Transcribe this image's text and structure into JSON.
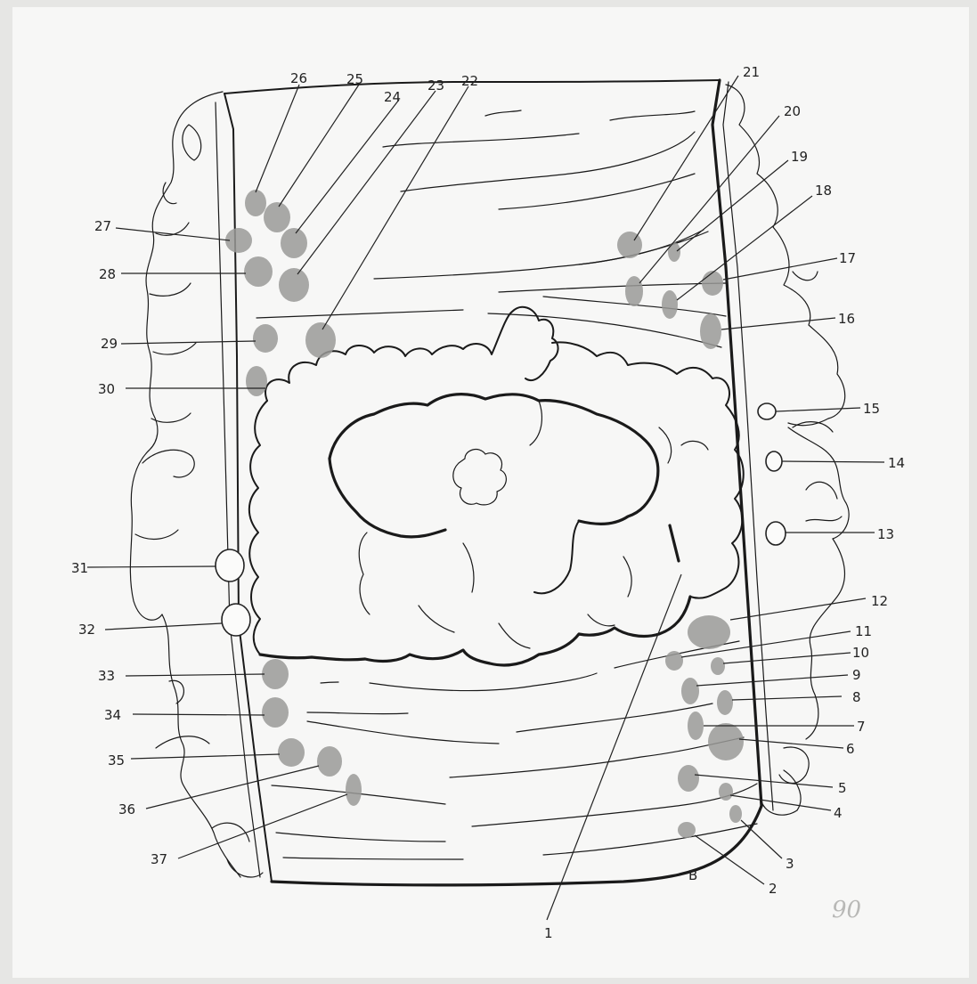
{
  "labels": {
    "l1": "1",
    "l2": "2",
    "l3": "3",
    "l4": "4",
    "l5": "5",
    "l6": "6",
    "l7": "7",
    "l8": "8",
    "l9": "9",
    "l10": "10",
    "l11": "11",
    "l12": "12",
    "l13": "13",
    "l14": "14",
    "l15": "15",
    "l16": "16",
    "l17": "17",
    "l18": "18",
    "l19": "19",
    "l20": "20",
    "l21": "21",
    "l22": "22",
    "l23": "23",
    "l24": "24",
    "l25": "25",
    "l26": "26",
    "l27": "27",
    "l28": "28",
    "l29": "29",
    "l30": "30",
    "l31": "31",
    "l32": "32",
    "l33": "33",
    "l34": "34",
    "l35": "35",
    "l36": "36",
    "l37": "37"
  },
  "annotations": {
    "bottom_letter": "B",
    "page_number": "90"
  }
}
